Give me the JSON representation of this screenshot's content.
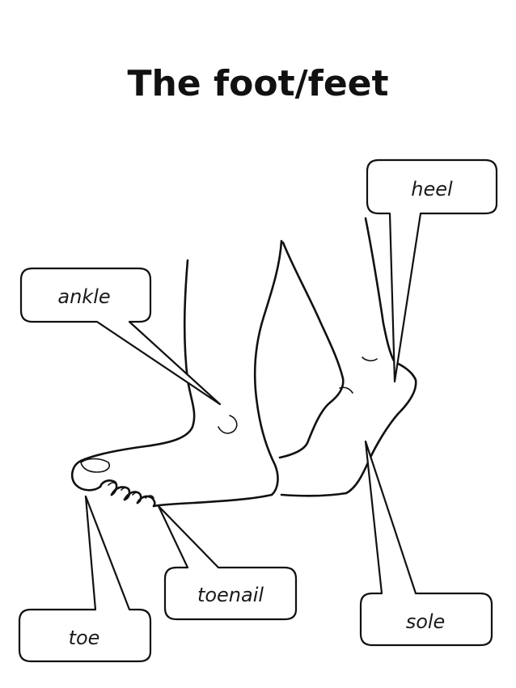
{
  "title": "The foot/feet",
  "labels": {
    "heel": "heel",
    "ankle": "ankle",
    "toenail": "toenail",
    "toe": "toe",
    "sole": "sole"
  }
}
